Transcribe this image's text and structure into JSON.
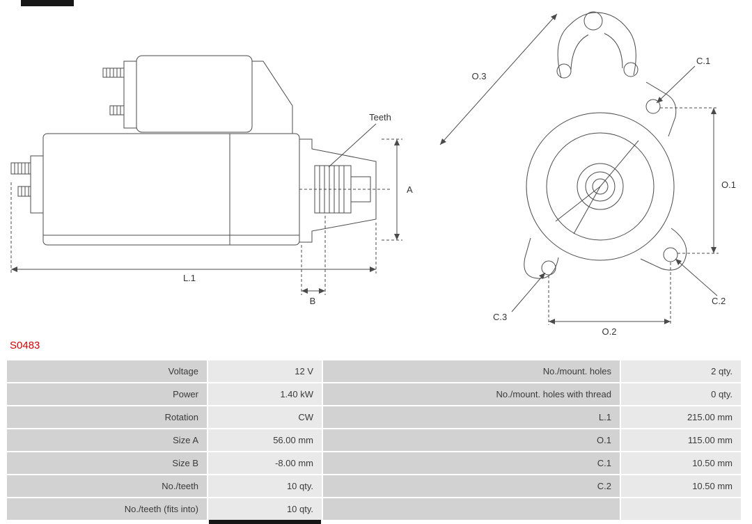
{
  "part_number": "S0483",
  "colors": {
    "part_number_accent": "#d10000",
    "table_label_bg": "#d2d2d2",
    "table_value_bg": "#e9e9e9"
  },
  "drawing": {
    "labels": {
      "teeth": "Teeth",
      "a": "A",
      "l1": "L.1",
      "b": "B",
      "o3": "O.3",
      "c1": "C.1",
      "o1": "O.1",
      "c2": "C.2",
      "c3": "C.3",
      "o2": "O.2"
    }
  },
  "table": {
    "rows": [
      {
        "l1": "Voltage",
        "v1": "12 V",
        "l2": "No./mount. holes",
        "v2": "2 qty."
      },
      {
        "l1": "Power",
        "v1": "1.40 kW",
        "l2": "No./mount. holes with thread",
        "v2": "0 qty."
      },
      {
        "l1": "Rotation",
        "v1": "CW",
        "l2": "L.1",
        "v2": "215.00 mm"
      },
      {
        "l1": "Size A",
        "v1": "56.00 mm",
        "l2": "O.1",
        "v2": "115.00 mm"
      },
      {
        "l1": "Size B",
        "v1": "-8.00 mm",
        "l2": "C.1",
        "v2": "10.50 mm"
      },
      {
        "l1": "No./teeth",
        "v1": "10 qty.",
        "l2": "C.2",
        "v2": "10.50 mm"
      },
      {
        "l1": "No./teeth (fits into)",
        "v1": "10 qty.",
        "l2": "",
        "v2": ""
      }
    ]
  }
}
